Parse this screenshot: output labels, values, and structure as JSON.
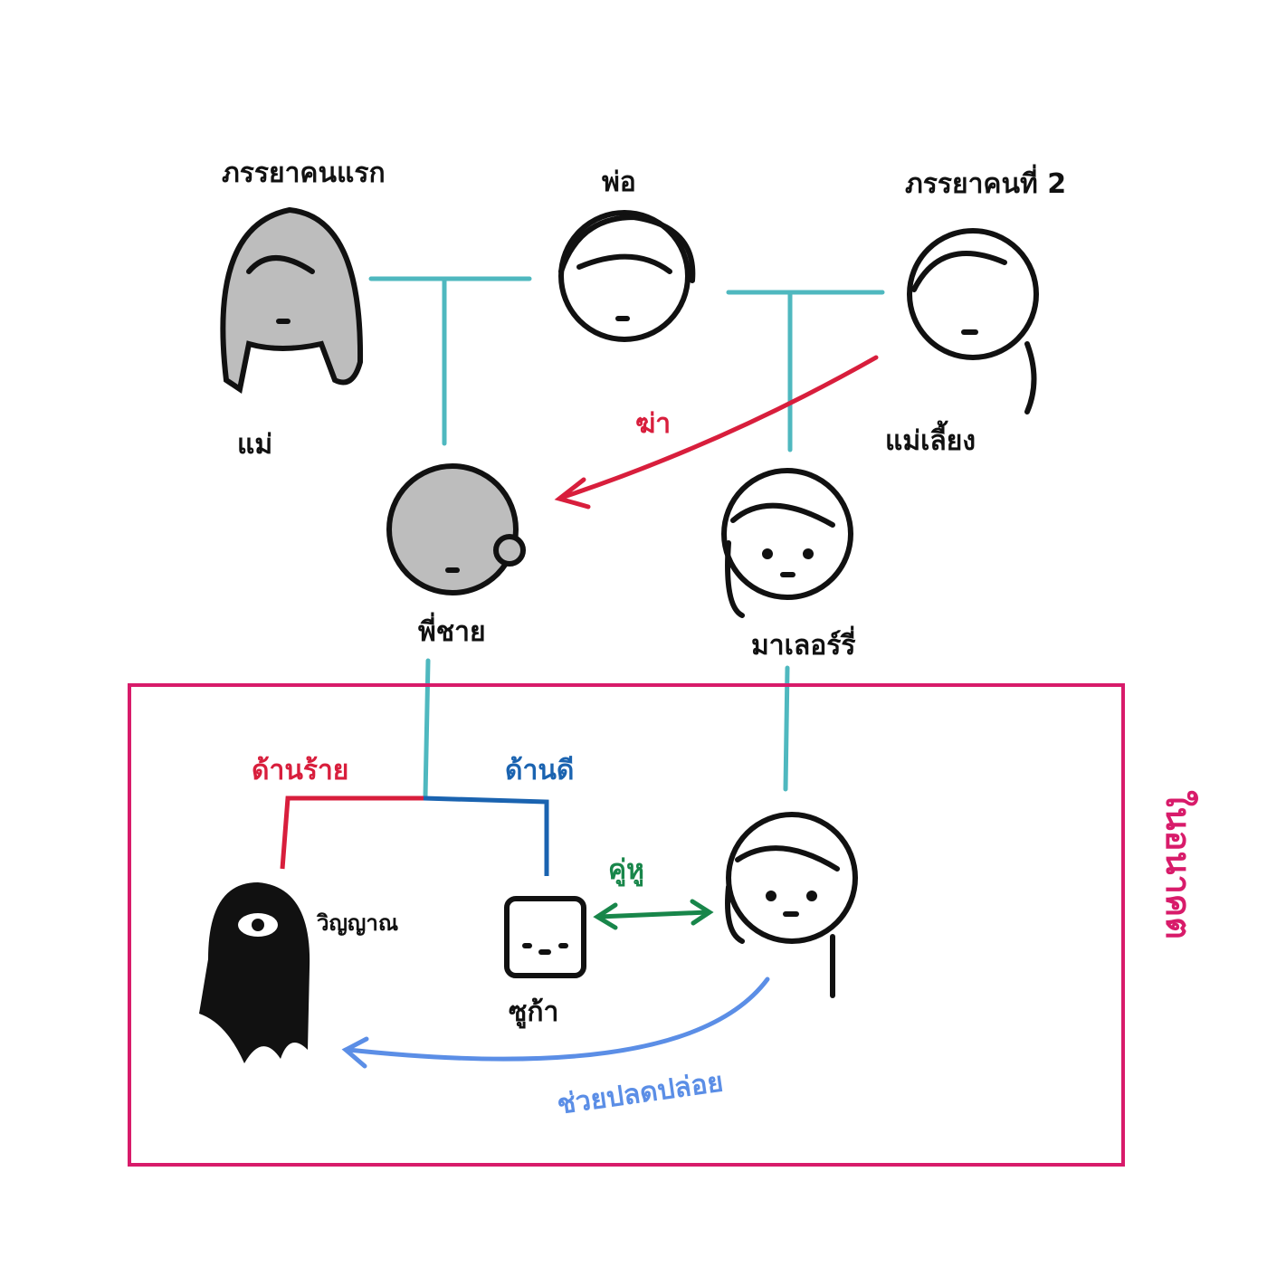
{
  "labels": {
    "first_wife": "ภรรยาคนแรก",
    "father": "พ่อ",
    "second_wife": "ภรรยาคนที่ 2",
    "mother": "แม่",
    "stepmother": "แม่เลี้ยง",
    "kill": "ฆ่า",
    "older_brother": "พี่ชาย",
    "malerry": "มาเลอร์รี่",
    "evil_side": "ด้านร้าย",
    "good_side": "ด้านดี",
    "partner": "คู่หู",
    "spirit": "วิญญาณ",
    "suka": "ซูก้า",
    "liberate": "ช่วยปลดปล่อย",
    "box_title": "ในอนาคต"
  },
  "colors": {
    "family_line": "#4fb8bf",
    "kill_arrow": "#d81e3c",
    "evil": "#d81e3c",
    "good": "#1a63b0",
    "partner": "#18864a",
    "liberate": "#5b8ee6",
    "box": "#d81b6a",
    "gray_hair": "#bdbdbd"
  }
}
